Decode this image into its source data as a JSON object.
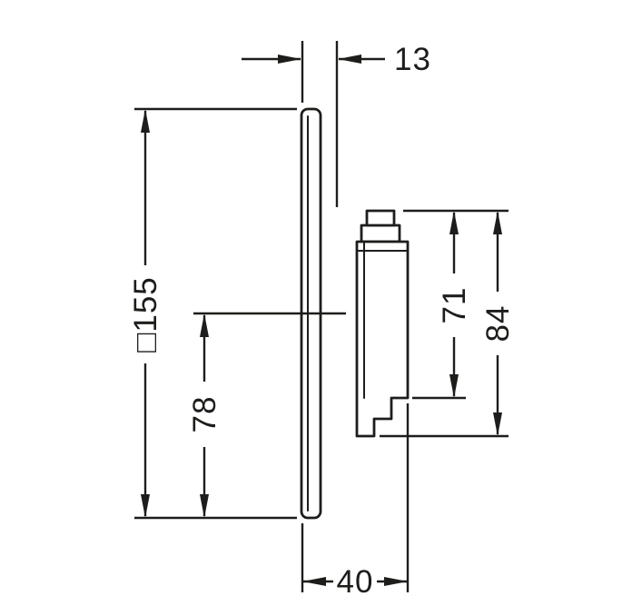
{
  "drawing": {
    "background": "#ffffff",
    "stroke_color": "#1d1d1b",
    "dimension_labels": {
      "front_depth": "13",
      "plate_square": "□155",
      "center_to_bottom": "78",
      "body_height": "71",
      "overall_height": "84",
      "installation_depth": "40"
    }
  }
}
